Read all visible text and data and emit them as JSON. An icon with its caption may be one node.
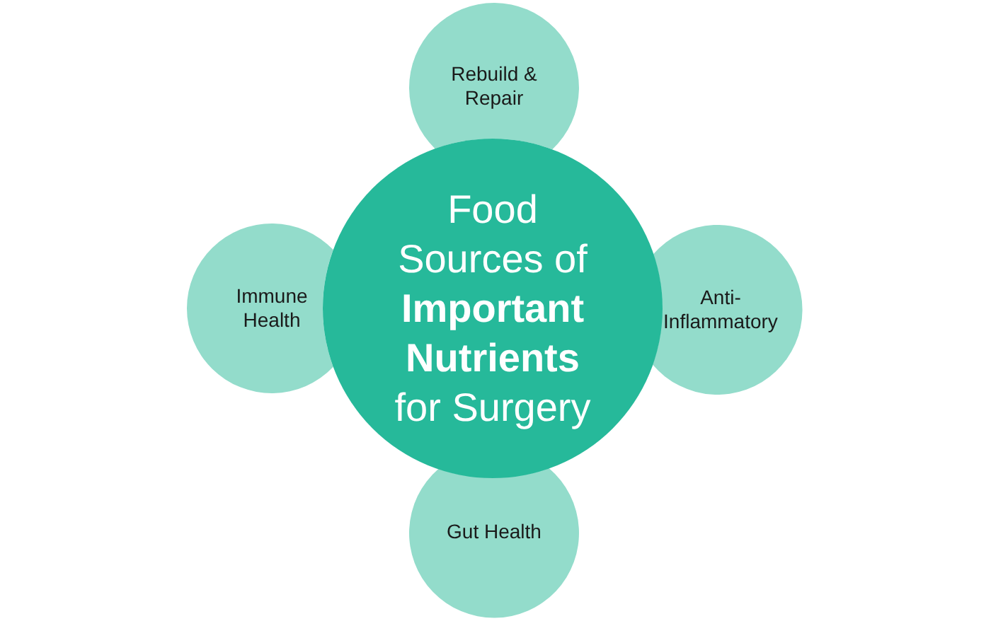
{
  "diagram": {
    "nodes": [
      {
        "text": [
          "Rebuild & Repair"
        ]
      },
      {
        "text": [
          "Immune Health"
        ]
      },
      {
        "text": [
          "Food Sources of **Important Nutrients** for Surgery"
        ]
      },
      {
        "text": [
          "Anti-Inflammatory"
        ]
      },
      {
        "text": [
          "Gut Health"
        ]
      }
    ],
    "edges": []
  }
}
